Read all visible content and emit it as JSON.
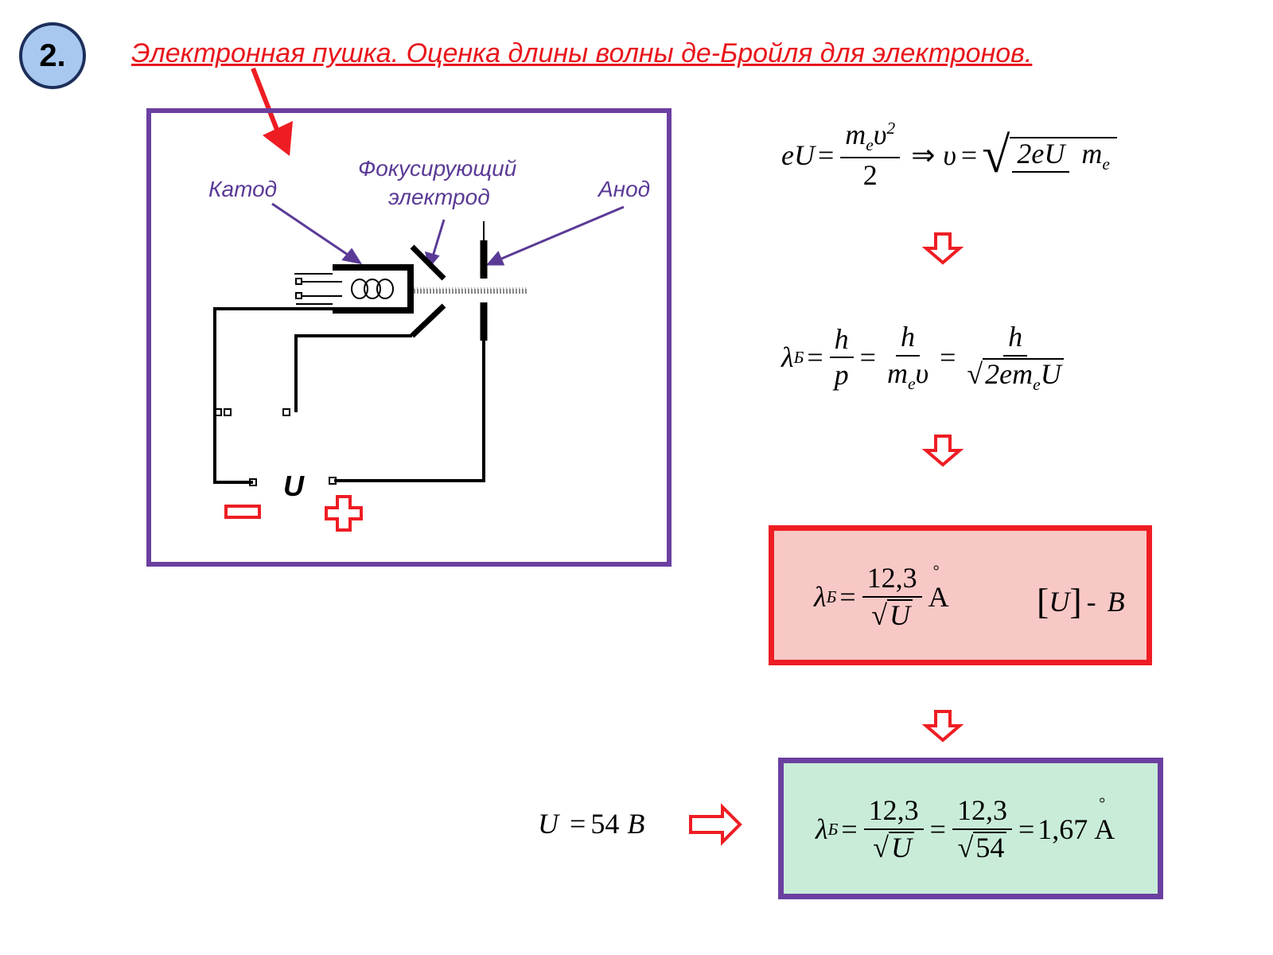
{
  "badge": "2.",
  "title": "Электронная пушка. Оценка длины волны де-Бройля для электронов.",
  "diagram": {
    "cathode_label": "Катод",
    "focus_label_1": "Фокусирующий",
    "focus_label_2": "электрод",
    "anode_label": "Анод",
    "voltage_label": "U"
  },
  "formulas": {
    "f1": {
      "lhs": "eU",
      "eq": "=",
      "num_m": "m",
      "num_e": "e",
      "num_v": "υ",
      "num_pow": "2",
      "den": "2",
      "implies": "⇒",
      "v": "υ",
      "eq2": "=",
      "sq_num": "2eU",
      "sq_den_m": "m",
      "sq_den_e": "e"
    },
    "f2": {
      "lambda": "λ",
      "sub": "Б",
      "eq": "=",
      "h1": "h",
      "p": "p",
      "h2": "h",
      "me_m": "m",
      "me_e": "e",
      "me_v": "υ",
      "h3": "h",
      "sq_a": "2em",
      "sq_e": "e",
      "sq_u": "U"
    },
    "f3": {
      "lambda": "λ",
      "sub": "Б",
      "eq": "=",
      "num": "12,3",
      "den": "U",
      "unit": "A",
      "unit_ring": "°",
      "br_l": "[",
      "br_u": "U",
      "br_r": "]",
      "dash": "-",
      "unit_v": "B"
    },
    "f4": {
      "u": "U",
      "eq": "=",
      "val": "54",
      "unit": "B",
      "lambda": "λ",
      "sub": "Б",
      "num1": "12,3",
      "den1": "U",
      "num2": "12,3",
      "den2": "54",
      "res": "1,67",
      "unit_a": "A",
      "unit_ring": "°"
    }
  },
  "colors": {
    "red": "#ee1d23",
    "purple": "#6b3fa0",
    "label": "#5a3a96",
    "pink": "#f8c8c6",
    "mint": "#c9ecd9"
  }
}
